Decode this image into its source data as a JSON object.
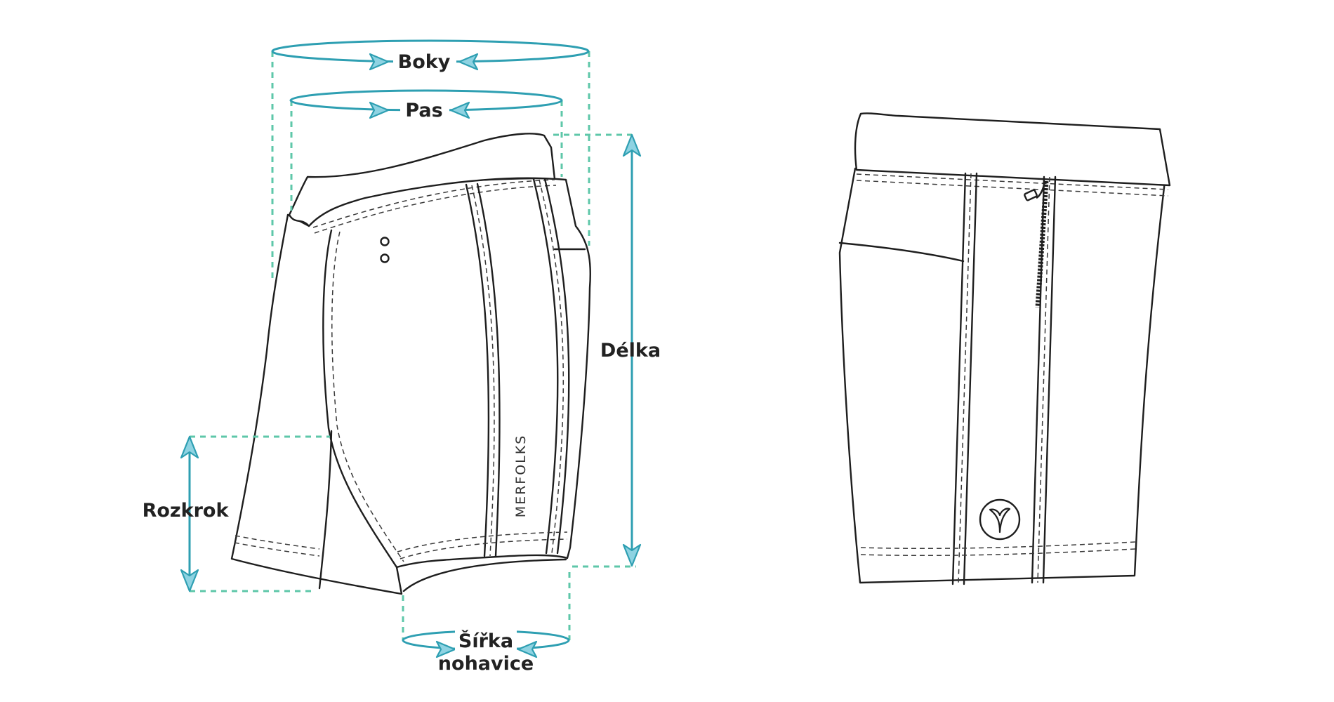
{
  "labels": {
    "boky": "Boky",
    "pas": "Pas",
    "delka": "Délka",
    "rozkrok": "Rozkrok",
    "sirka_line1": "Šířka",
    "sirka_line2": "nohavice"
  },
  "brand_text": "MERFOLKS",
  "colors": {
    "guide_lines": "#5ec7a9",
    "measure_lines": "#2e9fb2",
    "arrow_fill": "#8ed3e2",
    "outline": "#1e1e1e",
    "label_text": "#222222"
  },
  "icons": [
    "whale-tail-logo-icon",
    "zipper-icon",
    "button-icon"
  ]
}
